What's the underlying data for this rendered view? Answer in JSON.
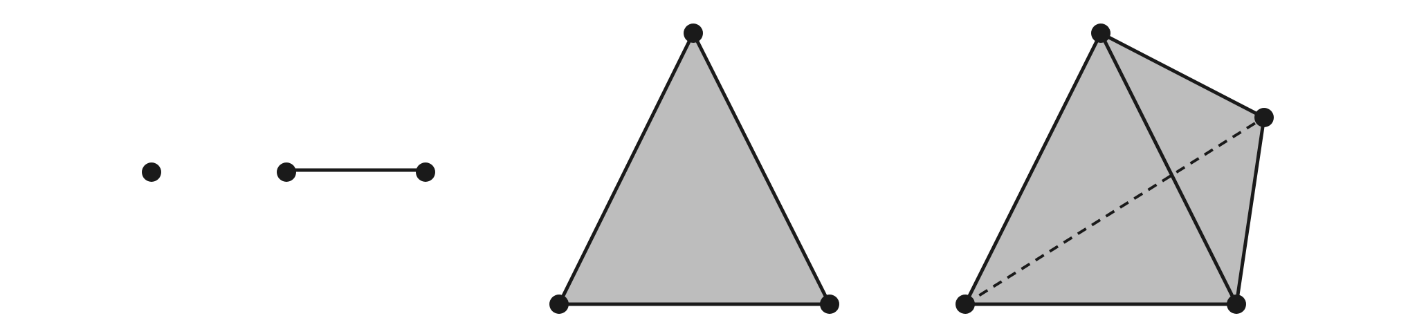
{
  "colors": {
    "background": "#ffffff",
    "fill": "#bdbdbd",
    "stroke": "#1a1a1a",
    "vertex": "#1a1a1a"
  },
  "figures": [
    {
      "name": "vertex-simplex"
    },
    {
      "name": "edge-simplex"
    },
    {
      "name": "triangle-simplex"
    },
    {
      "name": "tetrahedron-simplex",
      "hidden_edge_style": "dashed"
    }
  ]
}
